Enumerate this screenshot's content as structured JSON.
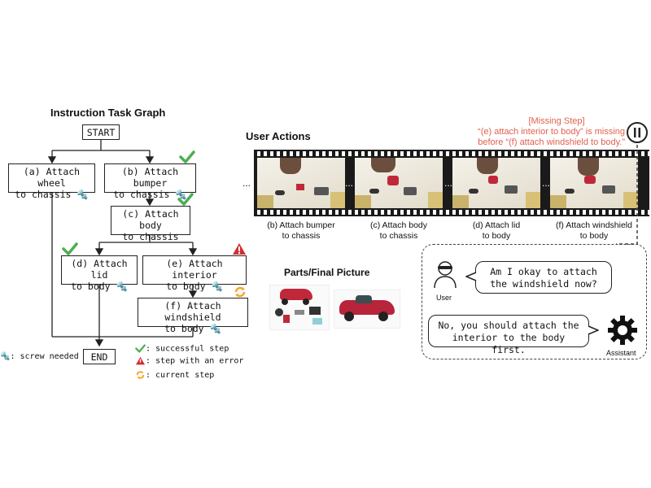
{
  "task_graph": {
    "title": "Instruction Task Graph",
    "start": "START",
    "end": "END",
    "nodes": {
      "a": {
        "line1": "(a) Attach wheel",
        "line2": "to chassis"
      },
      "b": {
        "line1": "(b) Attach bumper",
        "line2": "to chassis"
      },
      "c": {
        "line1": "(c) Attach body",
        "line2": "to chassis"
      },
      "d": {
        "line1": "(d) Attach lid",
        "line2": "to body"
      },
      "e": {
        "line1": "(e) Attach interior",
        "line2": "to body"
      },
      "f": {
        "line1": "(f) Attach windshield",
        "line2": "to body"
      }
    },
    "screw_note": ": screw needed",
    "legend": {
      "success": ": successful step",
      "error": ": step with an error",
      "current": ": current step"
    }
  },
  "user_actions": {
    "title": "User Actions",
    "ellipsis": "...",
    "frames": [
      {
        "line1": "(b) Attach bumper",
        "line2": "to chassis"
      },
      {
        "line1": "(c) Attach body",
        "line2": "to chassis"
      },
      {
        "line1": "(d) Attach lid",
        "line2": "to body"
      },
      {
        "line1": "(f) Attach windshield",
        "line2": "to body"
      }
    ]
  },
  "missing_step": {
    "line1": "[Missing Step]",
    "line2": "“(e) attach interior to body” is missing",
    "line3": "before “(f) attach windshield to body.”"
  },
  "parts": {
    "title": "Parts/Final Picture"
  },
  "dialogue": {
    "user_label": "User",
    "assistant_label": "Assistant",
    "user_line1": "Am I okay to attach",
    "user_line2": "the windshield now?",
    "assistant_line1": "No, you should attach the",
    "assistant_line2": "interior to the body first."
  },
  "colors": {
    "success": "#4caf50",
    "error": "#d32f2f",
    "current": "#f5a623",
    "missing_text": "#e0614f"
  }
}
